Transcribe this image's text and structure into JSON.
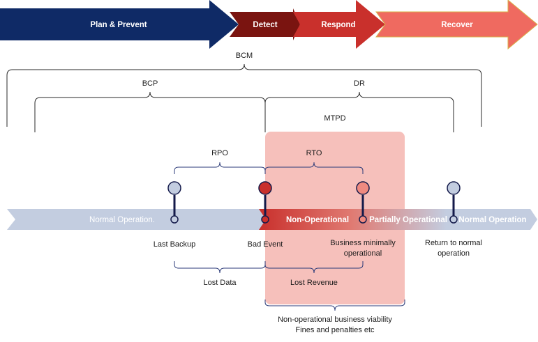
{
  "phases": {
    "plan_prevent": "Plan & Prevent",
    "detect": "Detect",
    "respond": "Respond",
    "recover": "Recover"
  },
  "scopes": {
    "bcm": "BCM",
    "bcp": "BCP",
    "dr": "DR",
    "mtpd": "MTPD",
    "rpo": "RPO",
    "rto": "RTO"
  },
  "timeline": {
    "normal_left": "Normal Operation.",
    "non_operational": "Non-Operational",
    "partially_operational": "Partially Operational",
    "normal_right": "Normal Operation"
  },
  "events": {
    "last_backup": "Last Backup",
    "bad_event": "Bad Event",
    "business_min_line1": "Business minimally",
    "business_min_line2": "operational",
    "return_line1": "Return to normal",
    "return_line2": "operation"
  },
  "impacts": {
    "lost_data": "Lost Data",
    "lost_revenue": "Lost Revenue",
    "viability_line1": "Non-operational business viability",
    "viability_line2": "Fines and penalties etc"
  },
  "colors": {
    "plan_prevent": "#0f2a66",
    "detect": "#7a1410",
    "respond": "#c9302c",
    "recover": "#ef6a60",
    "mtpd_fill": "#f6c0bb",
    "timeline_blue": "#c3cde0",
    "pin_stem": "#141a4a"
  }
}
